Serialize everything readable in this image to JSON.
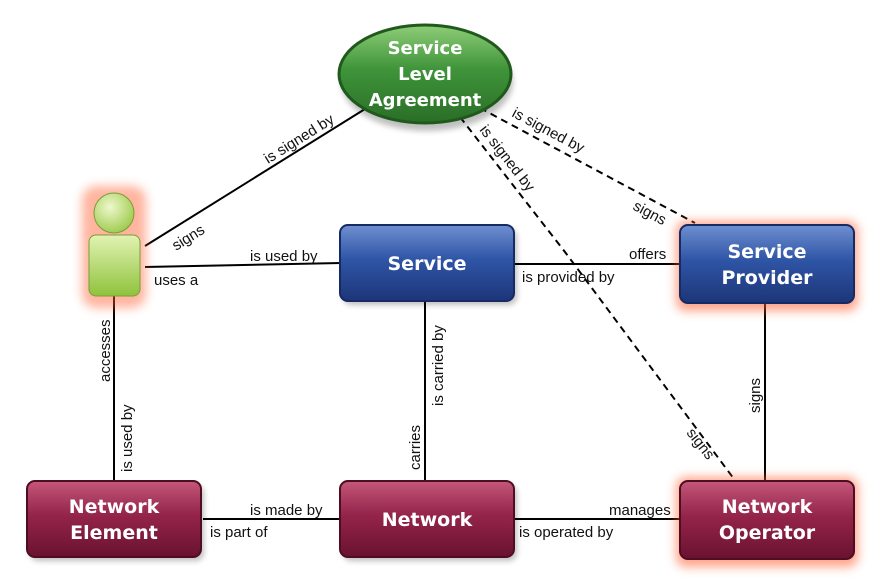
{
  "colors": {
    "sla_fill": "#3f8f3a",
    "service_fill": "#2d4f9c",
    "network_fill": "#8f1f42",
    "user_fill": "#9cc94a",
    "glow": "#ff5a2a"
  },
  "nodes": {
    "sla": [
      "Service",
      "Level",
      "Agreement"
    ],
    "service": [
      "Service"
    ],
    "service_provider": [
      "Service",
      "Provider"
    ],
    "network_element": [
      "Network",
      "Element"
    ],
    "network": [
      "Network"
    ],
    "network_operator": [
      "Network",
      "Operator"
    ],
    "user_icon": "person-icon"
  },
  "edges": {
    "user_sla_top": "is signed by",
    "user_sla_bottom": "signs",
    "sla_provider_top": "is signed by",
    "sla_provider_bottom": "signs",
    "sla_operator_top": "is signed by",
    "sla_operator_bottom": "signs",
    "user_service_top": "is used by",
    "user_service_bottom": "uses a",
    "service_provider_top": "offers",
    "service_provider_bottom": "is provided by",
    "user_element_left": "accesses",
    "user_element_right": "is used by",
    "service_network_right": "is carried by",
    "service_network_left": "carries",
    "provider_operator": "signs",
    "element_network_top": "is made by",
    "element_network_bottom": "is part of",
    "network_operator_top": "manages",
    "network_operator_bottom": "is operated by"
  }
}
